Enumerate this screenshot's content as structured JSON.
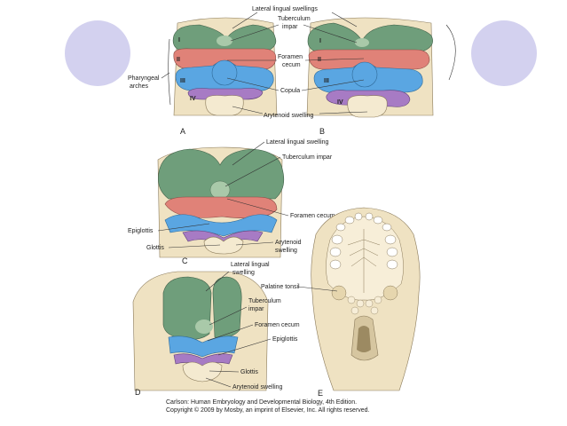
{
  "labels": {
    "lateral_lingual_swellings": "Lateral lingual swellings",
    "tuberculum_impar_a1": "Tuberculum",
    "tuberculum_impar_a2": "impar",
    "foramen_cecum_a1": "Foramen",
    "foramen_cecum_a2": "cecum",
    "copula": "Copula",
    "arytenoid_swelling": "Arytenoid swelling",
    "pharyngeal_arches_1": "Pharyngeal",
    "pharyngeal_arches_2": "arches",
    "c_lateral_lingual_swelling": "Lateral lingual swelling",
    "c_tuberculum_impar": "Tuberculum impar",
    "c_foramen_cecum": "Foramen cecum",
    "c_epiglottis": "Epiglottis",
    "c_glottis": "Glottis",
    "c_arytenoid_1": "Arytenoid",
    "c_arytenoid_2": "swelling",
    "d_lateral_lingual_1": "Lateral lingual",
    "d_lateral_lingual_2": "swelling",
    "d_tuberculum_1": "Tuberculum",
    "d_tuberculum_2": "impar",
    "d_foramen_cecum": "Foramen cecum",
    "d_epiglottis": "Epiglottis",
    "d_glottis": "Glottis",
    "d_arytenoid": "Arytenoid swelling",
    "e_palatine_tonsil": "Palatine tonsil"
  },
  "panels": {
    "a": "A",
    "b": "B",
    "c": "C",
    "d": "D",
    "e": "E"
  },
  "arches": {
    "i": "I",
    "ii": "II",
    "iii": "III",
    "iv": "IV"
  },
  "credit": {
    "line1": "Carlson: Human Embryology and Developmental Biology, 4th Edition.",
    "line2": "Copyright © 2009 by Mosby, an imprint of Elsevier, Inc. All rights reserved."
  },
  "colors": {
    "slide_circle": "#d3d1ef",
    "arch_green": "#6f9e7b",
    "arch_green_light": "#a9c9a9",
    "arch_red": "#e08278",
    "arch_blue": "#5aa6e2",
    "arch_purple": "#a77bc4",
    "tissue": "#efe2c2"
  }
}
